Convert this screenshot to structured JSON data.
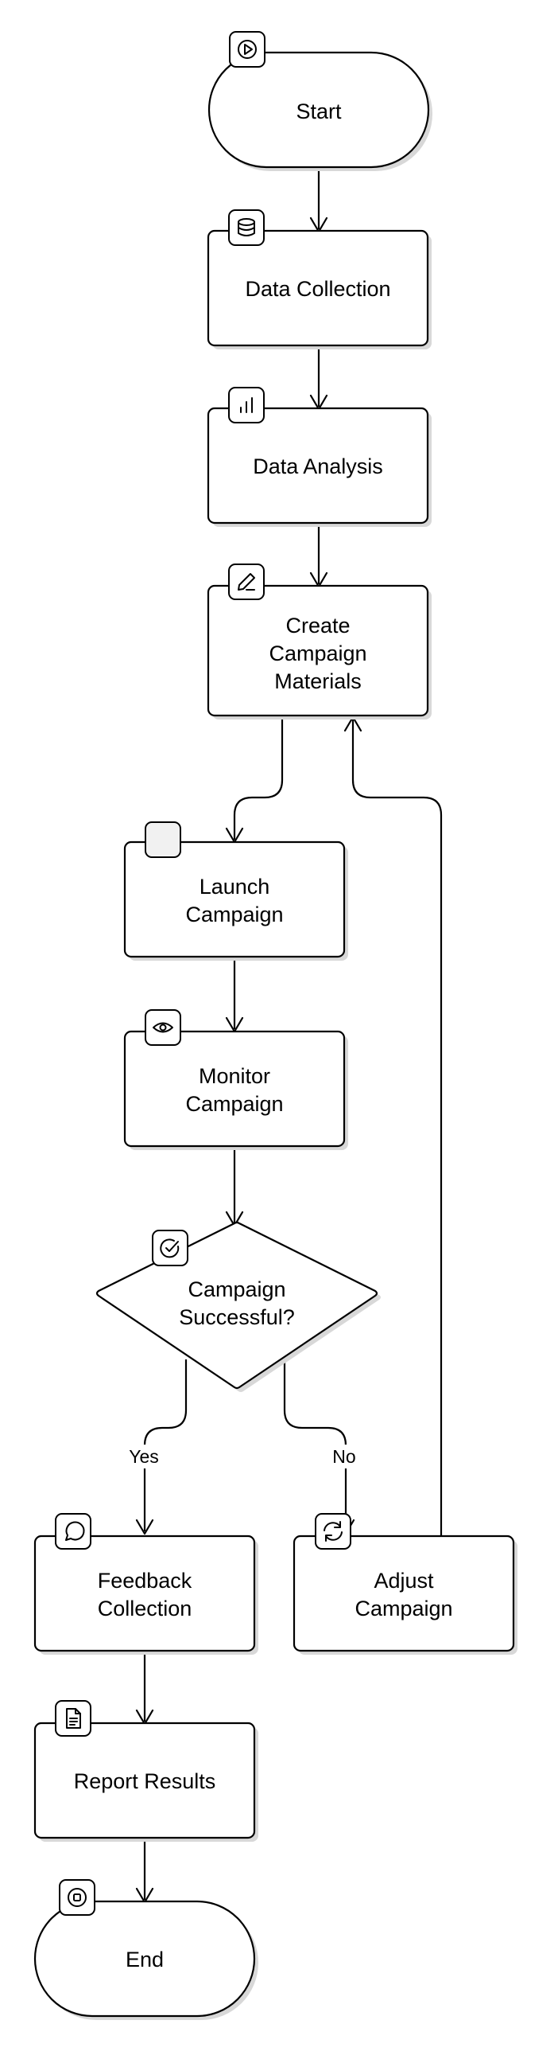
{
  "nodes": {
    "start": "Start",
    "data_collection": "Data Collection",
    "data_analysis": "Data Analysis",
    "create_materials": [
      "Create",
      "Campaign",
      "Materials"
    ],
    "launch": [
      "Launch",
      "Campaign"
    ],
    "monitor": [
      "Monitor",
      "Campaign"
    ],
    "decision": [
      "Campaign",
      "Successful?"
    ],
    "feedback": [
      "Feedback",
      "Collection"
    ],
    "adjust": [
      "Adjust",
      "Campaign"
    ],
    "report": "Report Results",
    "end": "End"
  },
  "edges": {
    "yes": "Yes",
    "no": "No"
  },
  "icons": {
    "start": "play-icon",
    "data_collection": "database-icon",
    "data_analysis": "bar-chart-icon",
    "create_materials": "pencil-icon",
    "launch": "blank-icon",
    "monitor": "eye-icon",
    "decision": "check-circle-icon",
    "feedback": "chat-bubble-icon",
    "adjust": "refresh-icon",
    "report": "document-icon",
    "end": "stop-icon"
  }
}
